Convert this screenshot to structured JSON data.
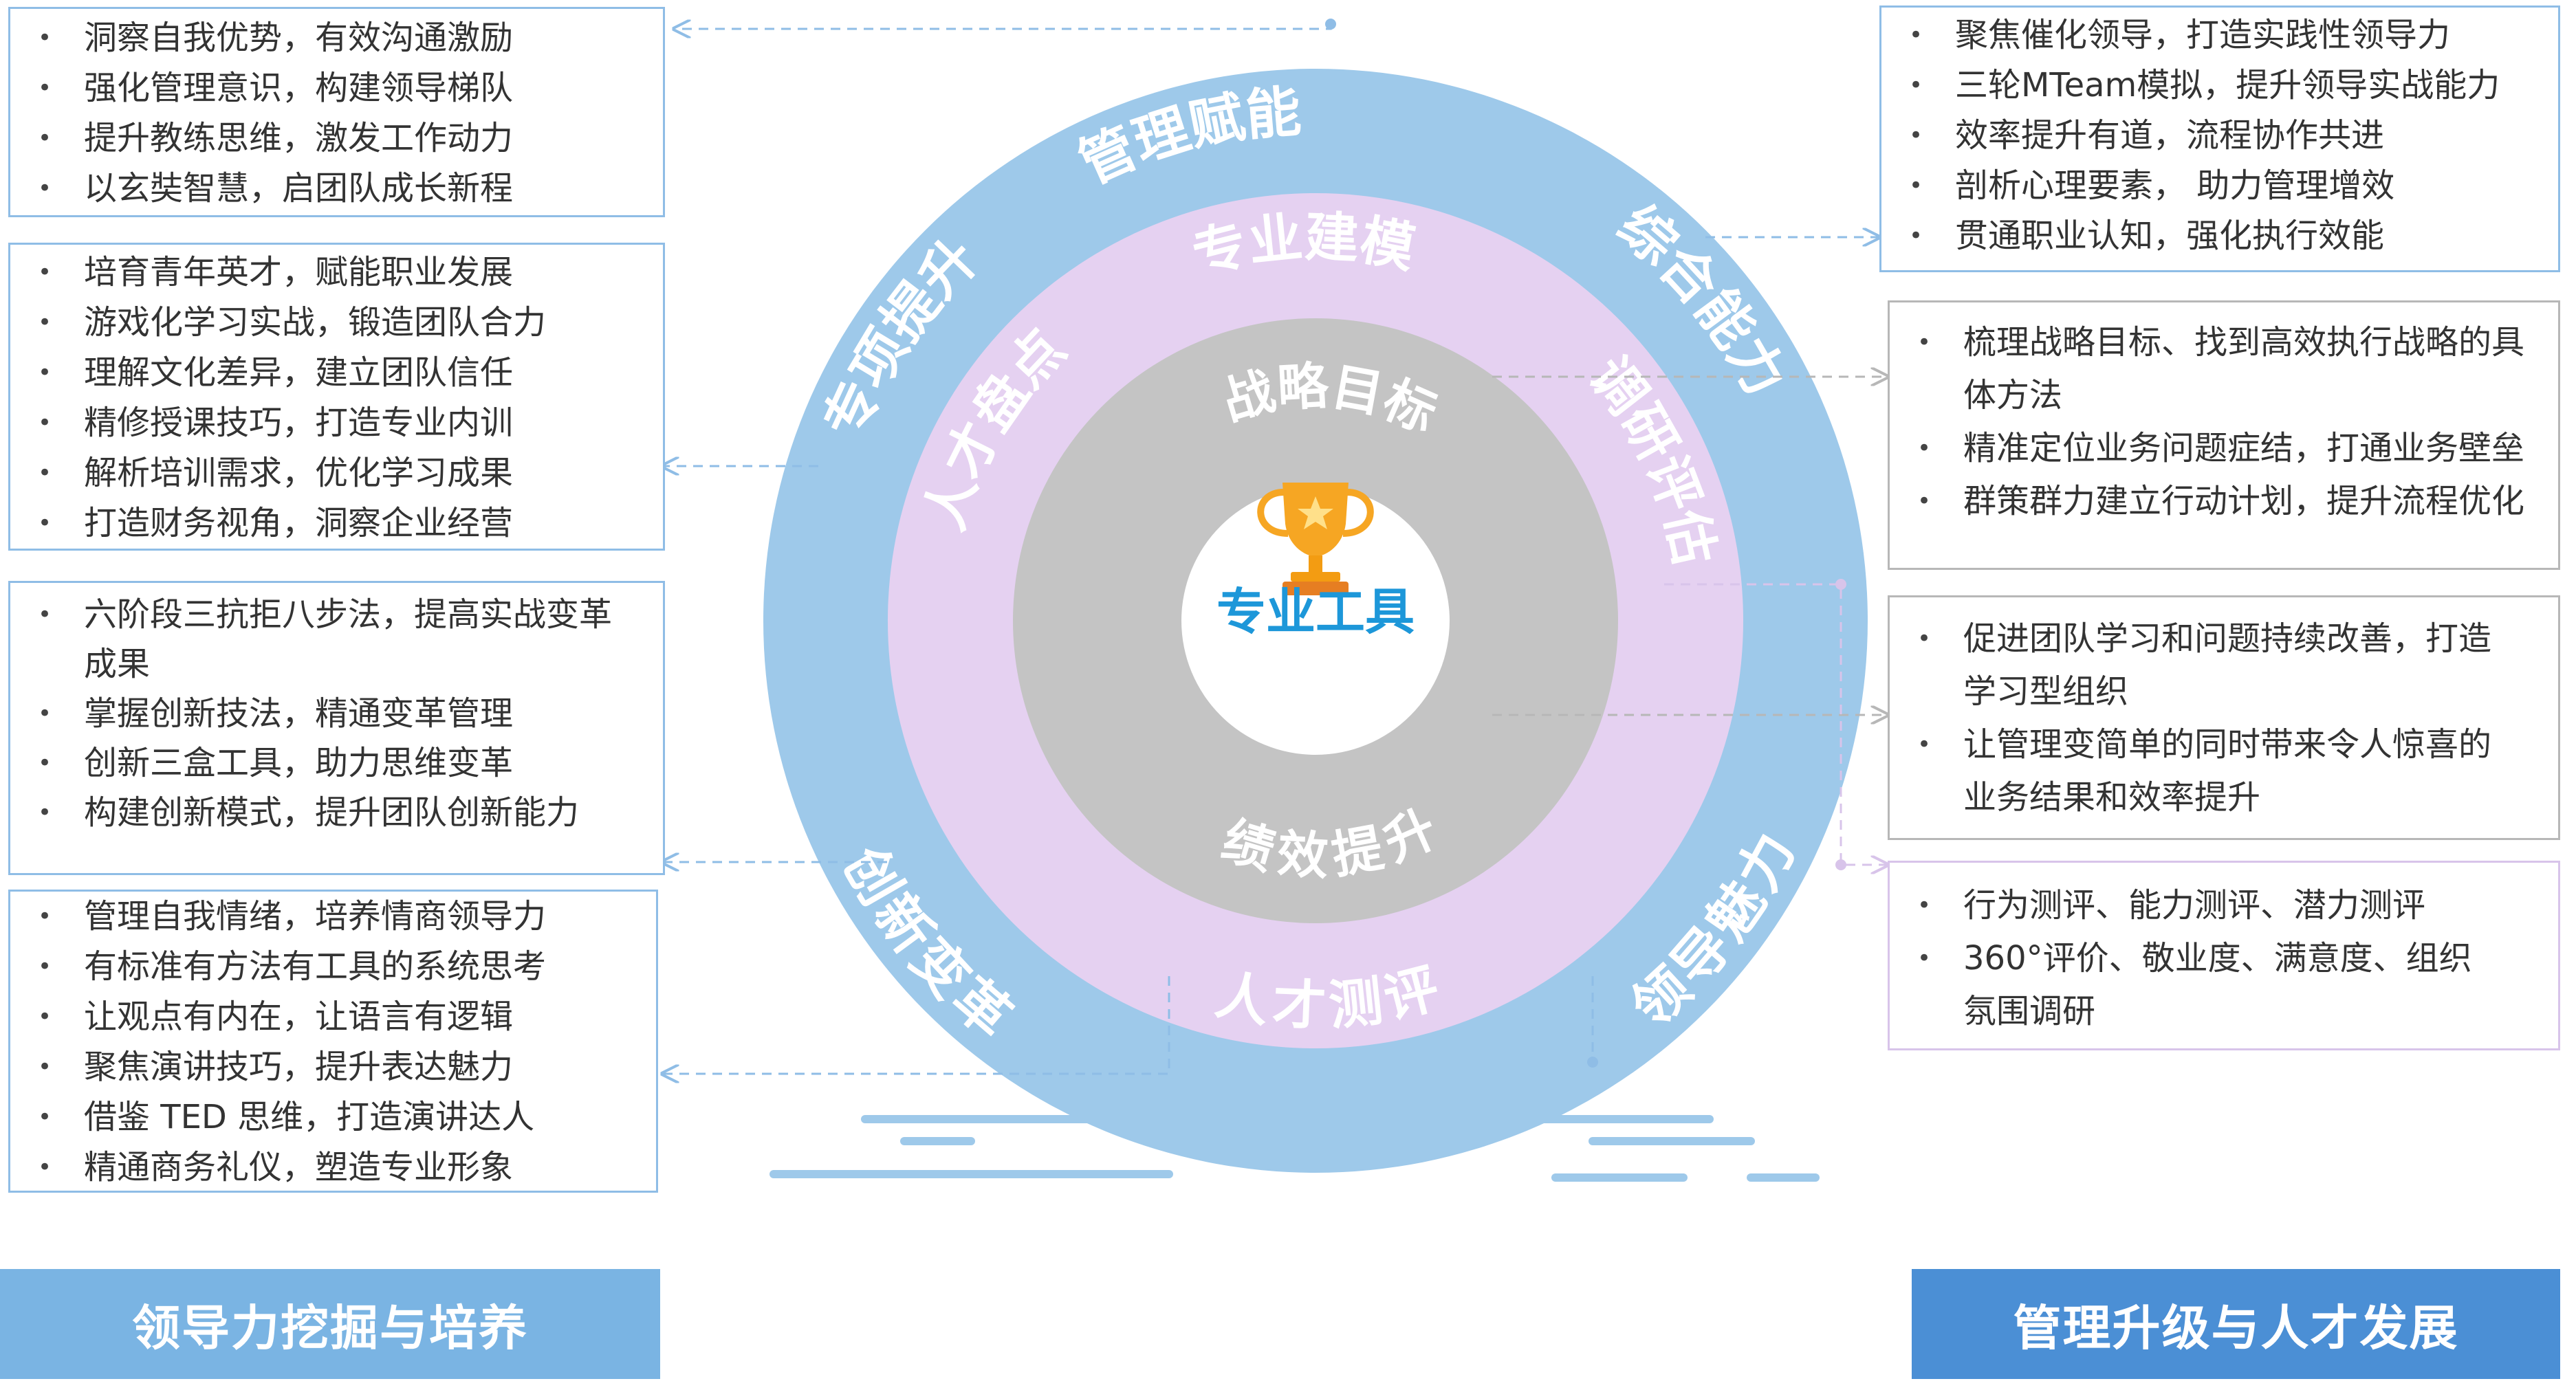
{
  "colors": {
    "outer_ring": "#9ec9ea",
    "middle_ring": "#e5d1f1",
    "inner_ring": "#c4c4c4",
    "core": "#ffffff",
    "core_text": "#1d97d9",
    "banner_left": "#7ab4e3",
    "banner_right": "#4b8fd5"
  },
  "wheel": {
    "center_label": "专业工具",
    "center_icon": "trophy-icon",
    "outer_ring": [
      "管理赋能",
      "综合能力",
      "领导魅力",
      "创新变革",
      "专项提升"
    ],
    "middle_ring": [
      "专业建模",
      "调研评估",
      "人才测评",
      "人才盘点"
    ],
    "inner_ring": [
      "战略目标",
      "绩效提升"
    ]
  },
  "left_panels": [
    {
      "items": [
        "洞察自我优势，有效沟通激励",
        "强化管理意识，构建领导梯队",
        "提升教练思维，激发工作动力",
        "以玄奘智慧，启团队成长新程"
      ]
    },
    {
      "items": [
        "培育青年英才，赋能职业发展",
        "游戏化学习实战，锻造团队合力",
        "理解文化差异，建立团队信任",
        "精修授课技巧，打造专业内训",
        "解析培训需求，优化学习成果",
        "打造财务视角，洞察企业经营"
      ]
    },
    {
      "items": [
        "六阶段三抗拒八步法，提高实战变革成果",
        "掌握创新技法，精通变革管理",
        "创新三盒工具，助力思维变革",
        "构建创新模式，提升团队创新能力"
      ]
    },
    {
      "items": [
        "管理自我情绪，培养情商领导力",
        "有标准有方法有工具的系统思考",
        "让观点有内在，让语言有逻辑",
        "聚焦演讲技巧，提升表达魅力",
        "借鉴 TED 思维，打造演讲达人",
        "精通商务礼仪，塑造专业形象"
      ]
    }
  ],
  "right_panels": [
    {
      "items": [
        "聚焦催化领导，打造实践性领导力",
        "三轮MTeam模拟，提升领导实战能力",
        "效率提升有道，流程协作共进",
        "剖析心理要素， 助力管理增效",
        "贯通职业认知，强化执行效能"
      ]
    },
    {
      "items": [
        "梳理战略目标、找到高效执行战略的具体方法",
        "精准定位业务问题症结，打通业务壁垒",
        "群策群力建立行动计划，提升流程优化"
      ]
    },
    {
      "items": [
        "促进团队学习和问题持续改善，打造学习型组织",
        "让管理变简单的同时带来令人惊喜的业务结果和效率提升"
      ]
    },
    {
      "items": [
        "行为测评、能力测评、潜力测评",
        "360°评价、敬业度、满意度、组织氛围调研"
      ]
    }
  ],
  "banners": {
    "left": "领导力挖掘与培养",
    "right": "管理升级与人才发展"
  }
}
